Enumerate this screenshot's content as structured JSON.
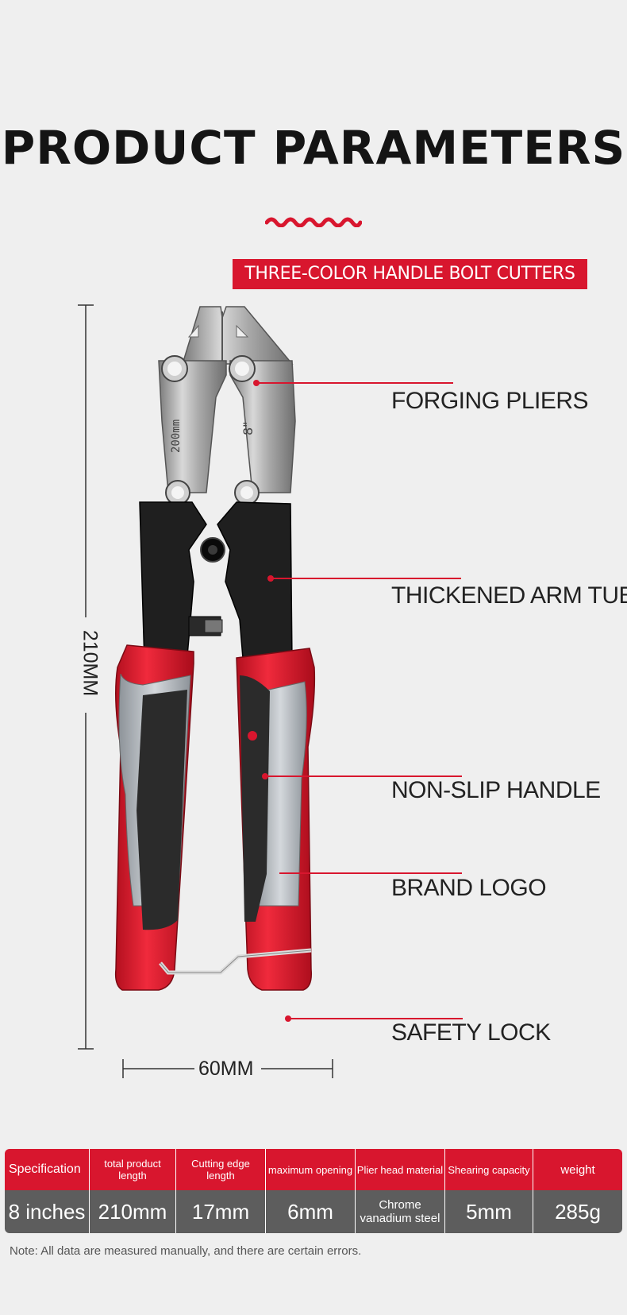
{
  "title": "PRODUCT PARAMETERS",
  "banner": "THREE-COLOR HANDLE BOLT CUTTERS",
  "callouts": {
    "forging": "FORGING PLIERS",
    "arm": "THICKENED ARM TUBE",
    "handle": "NON-SLIP HANDLE",
    "logo": "BRAND LOGO",
    "lock": "SAFETY LOCK"
  },
  "dimensions": {
    "height": "210MM",
    "width": "60MM"
  },
  "tool_marks": {
    "size_mm": "200mm",
    "size_in": "8\""
  },
  "table": {
    "headers": [
      "Specification",
      "total product length",
      "Cutting edge length",
      "maximum opening",
      "Plier head material",
      "Shearing capacity",
      "weight"
    ],
    "values": [
      "8 inches",
      "210mm",
      "17mm",
      "6mm",
      "Chrome vanadium steel",
      "5mm",
      "285g"
    ]
  },
  "note": "Note: All data are measured manually, and there are certain errors.",
  "colors": {
    "accent": "#d8162e",
    "table_values_bg": "#5d5d5d",
    "background": "#efefef"
  }
}
